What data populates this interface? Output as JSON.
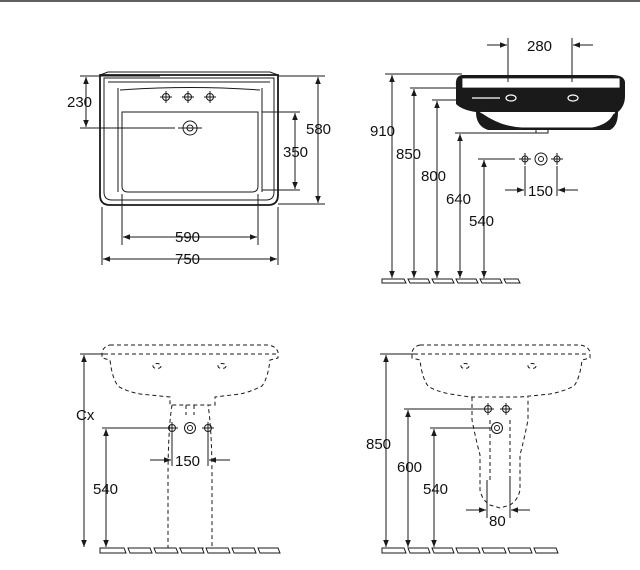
{
  "colors": {
    "line": "#1a1a1a",
    "background": "#ffffff"
  },
  "views": {
    "top": {
      "dim_230": "230",
      "dim_580": "580",
      "dim_350": "350",
      "dim_590": "590",
      "dim_750": "750"
    },
    "side": {
      "dim_280": "280",
      "dim_910": "910",
      "dim_850": "850",
      "dim_800": "800",
      "dim_640": "640",
      "dim_540": "540",
      "dim_150": "150"
    },
    "front_pedestal": {
      "dim_cx": "Cx",
      "dim_540": "540",
      "dim_150": "150"
    },
    "side_pedestal": {
      "dim_850": "850",
      "dim_600": "600",
      "dim_540": "540",
      "dim_80": "80"
    }
  }
}
